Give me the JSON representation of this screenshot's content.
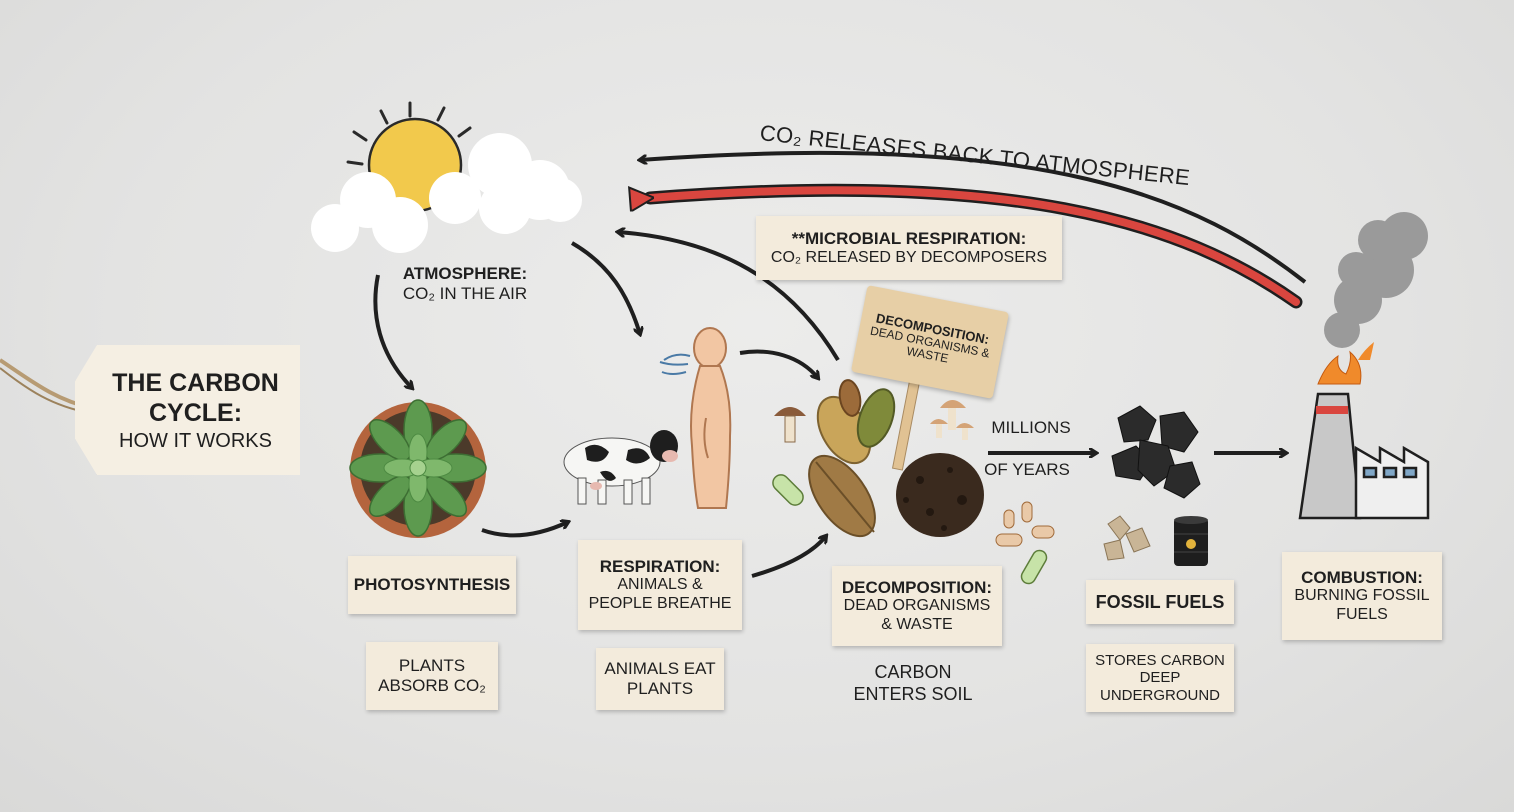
{
  "title": {
    "line1": "The Carbon",
    "line2": "Cycle:",
    "line3": "How It Works"
  },
  "arrows": {
    "top_label": "CO₂ Releases Back to Atmosphere",
    "microbial": {
      "title": "**Microbial Respiration:",
      "body": "CO₂ Released by Decomposers"
    }
  },
  "atmosphere": {
    "title": "Atmosphere:",
    "body": "CO₂ In the Air"
  },
  "photosynthesis": {
    "title": "Photosynthesis",
    "note": "Plants Absorb CO₂"
  },
  "respiration": {
    "title": "Respiration:",
    "body": "Animals & People Breathe",
    "note": "Animals Eat Plants"
  },
  "decomposition_sign": {
    "title": "Decomposition:",
    "body": "Dead Organisms & Waste"
  },
  "decomposition": {
    "title": "Decomposition:",
    "body": "Dead Organisms & Waste",
    "note": "Carbon Enters Soil"
  },
  "time_label": {
    "top": "Millions",
    "bottom": "of Years"
  },
  "fossil": {
    "title": "Fossil Fuels",
    "note": "Stores Carbon Deep Underground"
  },
  "combustion": {
    "title": "Combustion:",
    "body": "Burning Fossil Fuels"
  },
  "colors": {
    "red_arrow": "#d9463f",
    "card": "#f3ebdc",
    "sun": "#f2c94c",
    "leaf": "#5d9a4f"
  },
  "icons": [
    "sun-icon",
    "cloud-icon",
    "succulent-icon",
    "cow-icon",
    "person-icon",
    "leaf-icon",
    "mushroom-icon",
    "soil-icon",
    "bacteria-icon",
    "coal-icon",
    "oil-barrel-icon",
    "factory-icon",
    "smoke-icon",
    "flame-icon",
    "tag-string-icon"
  ]
}
